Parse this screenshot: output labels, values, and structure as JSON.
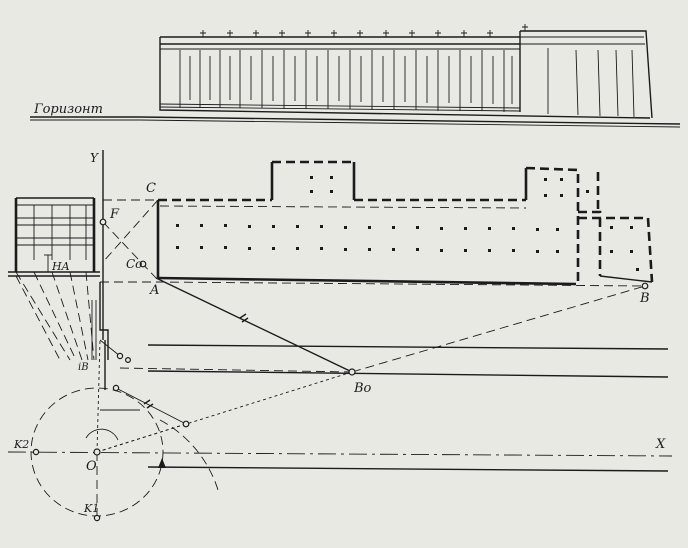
{
  "labels": {
    "horizon": "Горизонт",
    "y_axis": "Y",
    "x_axis": "X",
    "c": "C",
    "f": "F",
    "co": "Co",
    "a": "A",
    "b": "B",
    "bo": "Bo",
    "ha": "HA",
    "ib": "iB",
    "o": "O",
    "k1": "K1",
    "k2": "K2"
  }
}
